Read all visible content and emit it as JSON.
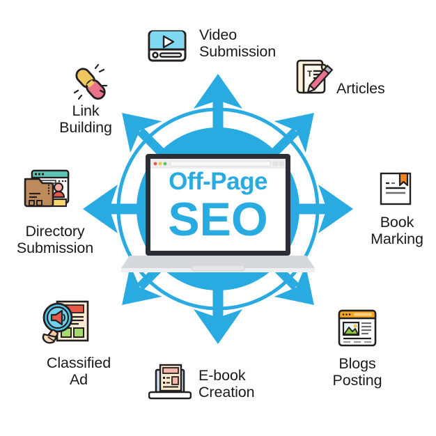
{
  "infographic": {
    "title": "Off-Page SEO",
    "center": {
      "headline_top": "Off-Page",
      "headline_main": "SEO",
      "device": "laptop",
      "browser_chrome_dots": [
        "red",
        "yellow",
        "green"
      ]
    },
    "colors": {
      "accent_blue": "#29ABE2",
      "accent_blue_deep": "#1E9BD1",
      "text_dark": "#1a1a1a",
      "laptop_frame": "#2B2E34",
      "laptop_base": "#D5D8DC",
      "background": "#FFFFFF",
      "icon_outline": "#231F20",
      "folder_brown": "#C08B5C",
      "bookmark_orange": "#F5821F",
      "pencil_pink": "#E8738A",
      "chain_gold": "#EFC75E",
      "blog_orange": "#F5A623",
      "photo_green": "#8CC63F"
    },
    "nodes": [
      {
        "id": "video-submission",
        "label": "Video\nSubmission",
        "icon": "video-player-icon",
        "direction": "north"
      },
      {
        "id": "articles",
        "label": "Articles",
        "icon": "document-pencil-icon",
        "direction": "northeast"
      },
      {
        "id": "book-marking",
        "label": "Book\nMarking",
        "icon": "bookmark-page-icon",
        "direction": "east"
      },
      {
        "id": "blogs-posting",
        "label": "Blogs\nPosting",
        "icon": "browser-article-icon",
        "direction": "southeast"
      },
      {
        "id": "ebook-creation",
        "label": "E-book\nCreation",
        "icon": "laptop-document-icon",
        "direction": "south"
      },
      {
        "id": "classified-ad",
        "label": "Classified\nAd",
        "icon": "magnifier-megaphone-icon",
        "direction": "southwest"
      },
      {
        "id": "directory-submission",
        "label": "Directory\nSubmission",
        "icon": "folder-browser-profile-icon",
        "direction": "west"
      },
      {
        "id": "link-building",
        "label": "Link\nBuilding",
        "icon": "chain-links-icon",
        "direction": "northwest"
      }
    ]
  }
}
